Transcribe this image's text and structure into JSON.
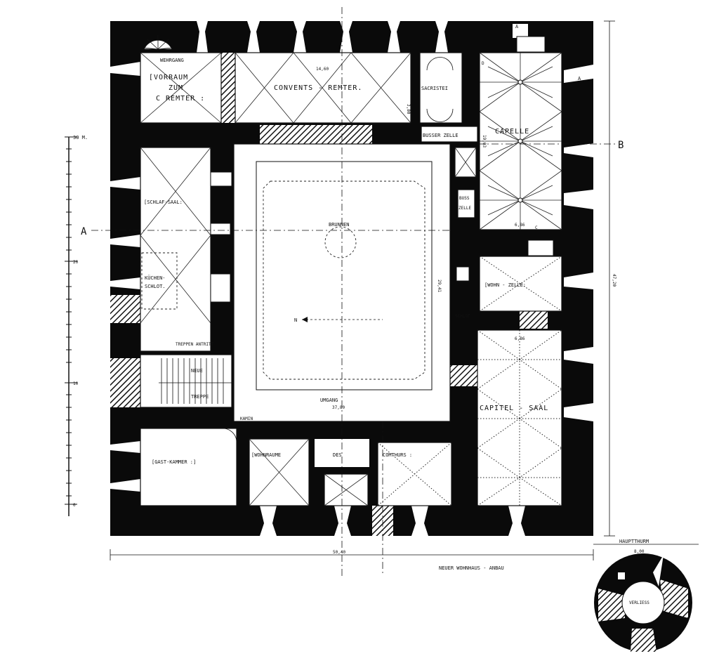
{
  "rooms": {
    "wehrgang": "WEHRGANG",
    "vorraum_1": "[VORRAUM",
    "vorraum_2": "ZUM",
    "vorraum_3": "C REMTER :",
    "convents_remter": "CONVENTS - REMTER.",
    "sacristei": "SACRISTEI",
    "busser_zelle": "BUSSER ZELLE",
    "capelle": "CAPELLE",
    "schlaf_saal": "[SCHLAF-SAAL:",
    "kuchen_schlot_1": "KÜCHEN-",
    "kuchen_schlot_2": "SCHLOT.",
    "brunnen": "BRUNNEN",
    "buss_zelle_small_1": "BUSS",
    "buss_zelle_small_2": "ZELLE",
    "wohn_zelle": "[WOHN - ZELLE:",
    "schlot": "SCHLOT",
    "treppen_antritt": "TREPPEN ANTRITT",
    "neue_treppe_1": "NEUE",
    "neue_treppe_2": "TREPPE",
    "umgang": "UMGANG",
    "capitel_saal": "CAPITEL - SAAL",
    "kamin": "KAMIN",
    "gast_kammer": "[GAST-KAMMER :]",
    "wohnraume": "[WOHNRAUME",
    "des": "DES",
    "comthurs": "COMTHURS :",
    "neuer_wohnhaus": "NEUER WOHNHAUS - ANBAU",
    "hauptthurm": "HAUPTTHURM",
    "verliess": "VERLIESS"
  },
  "dimensions": {
    "remter_width": "14,60",
    "remter_depth": "3,80",
    "capelle_side": "19,03",
    "capelle_width": "6,86",
    "court_width": "37,80",
    "court_depth": "29,41",
    "capitel_width": "6,86",
    "total_depth": "47,20",
    "total_width": "50,40",
    "thurm_width": "8,00"
  },
  "section_marks": {
    "a": "A",
    "b": "B",
    "c": "C",
    "d": "D",
    "north": "N"
  },
  "scale": {
    "top": "30 M.",
    "m20": "20",
    "m10": "10",
    "m0": "0"
  }
}
